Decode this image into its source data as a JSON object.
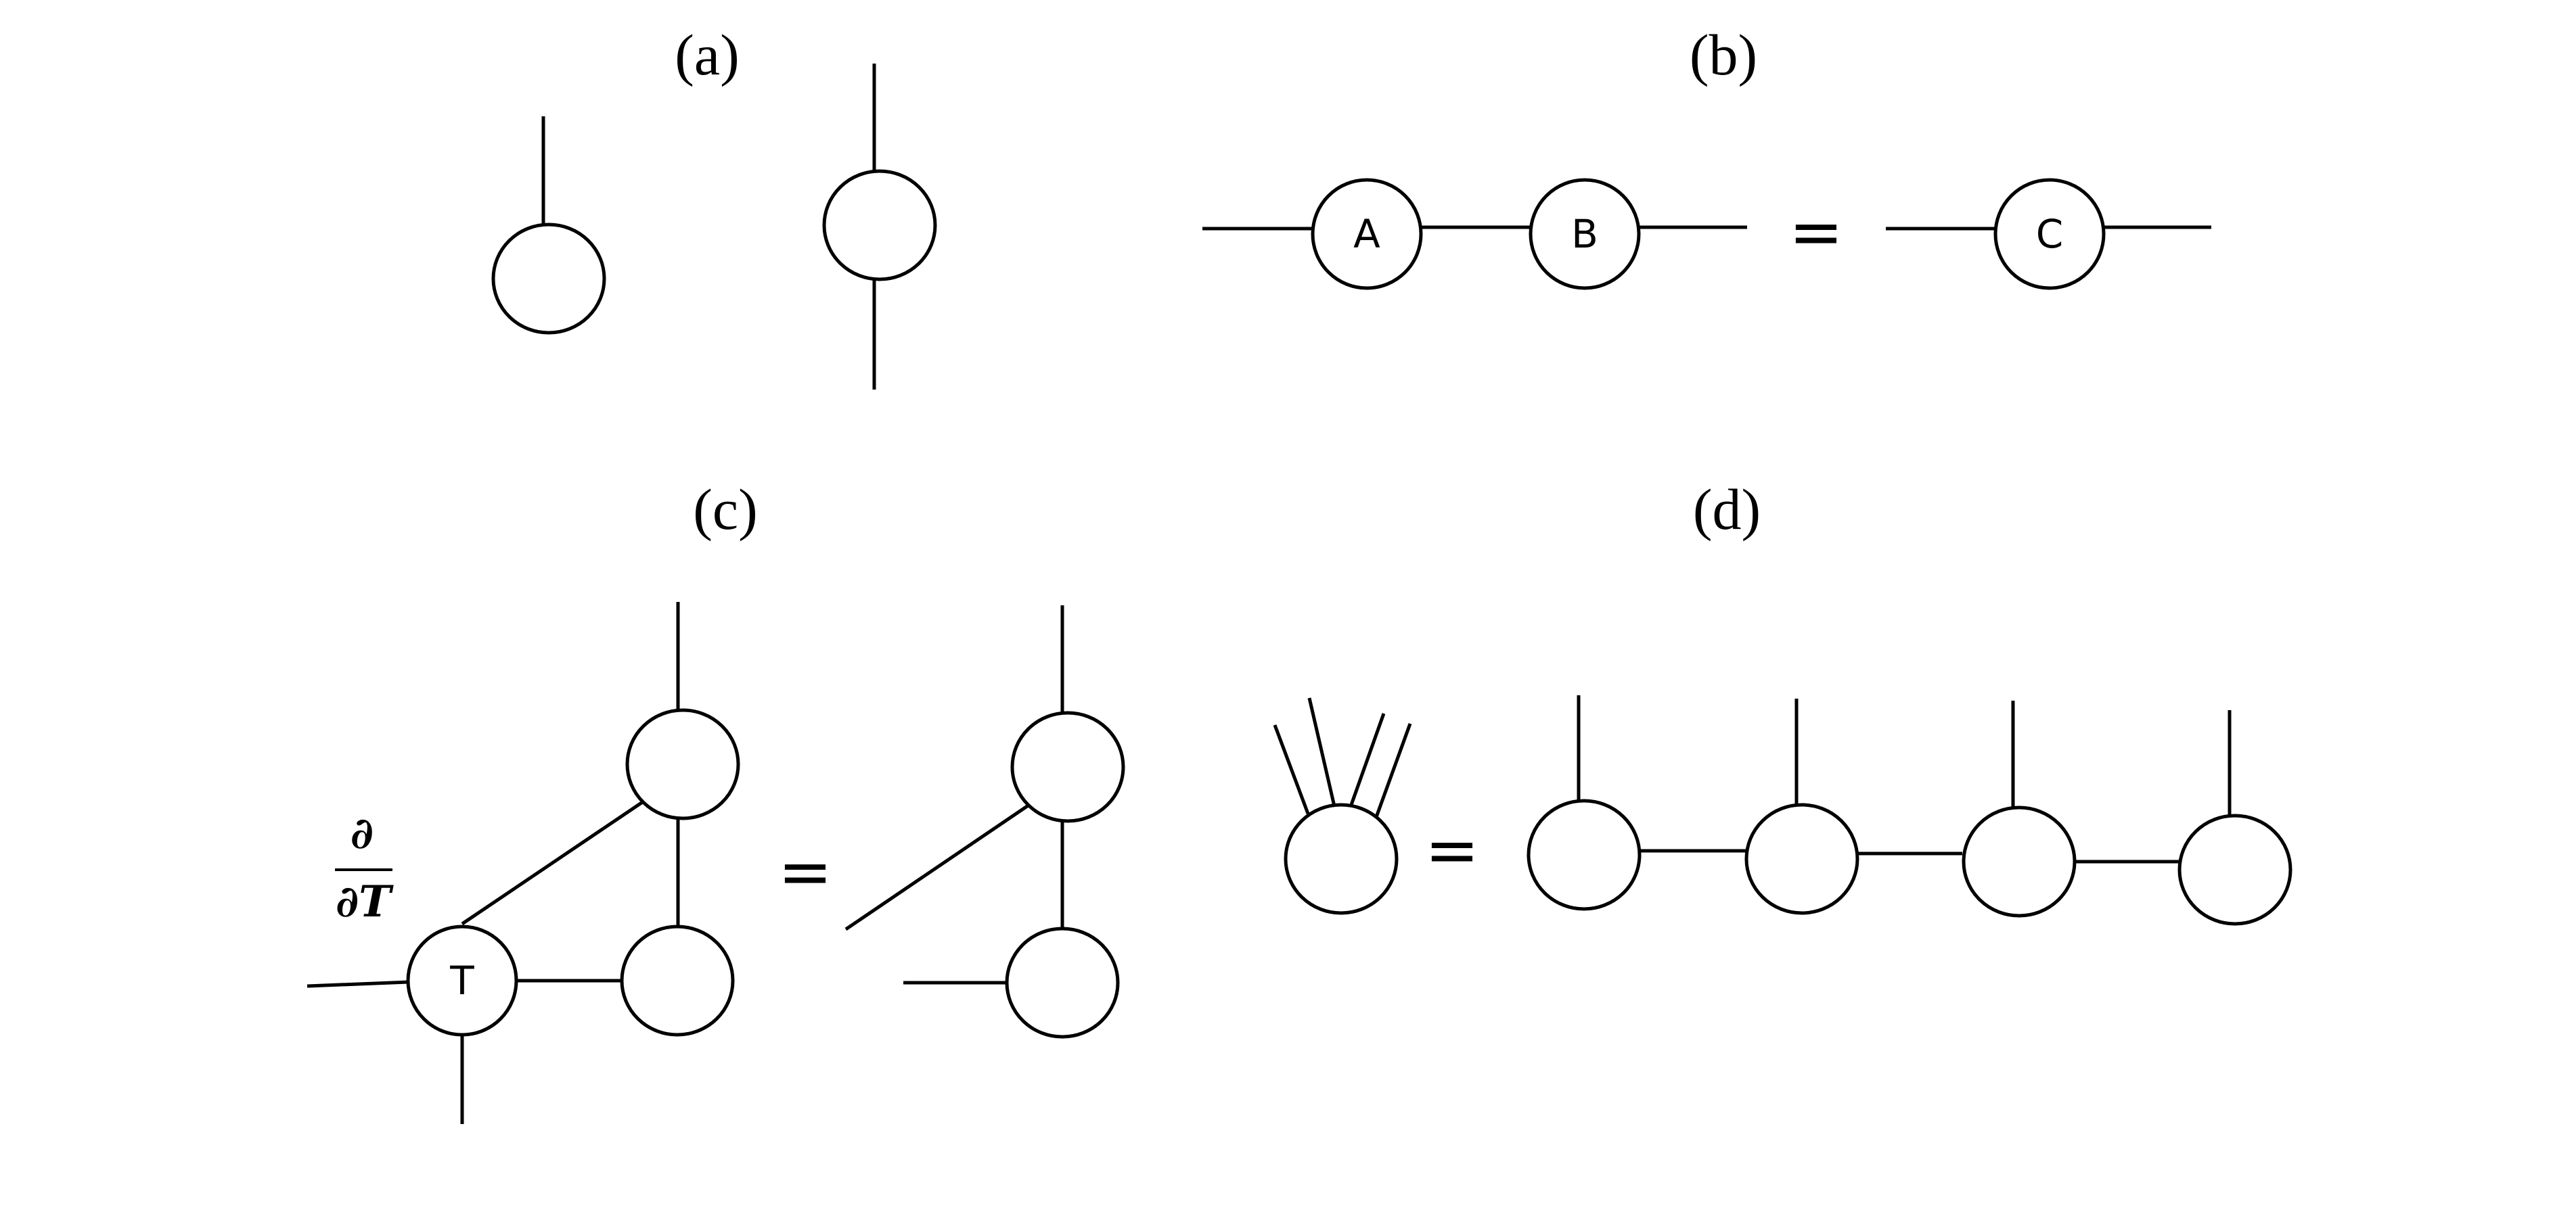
{
  "panels": {
    "a": {
      "label": "(a)"
    },
    "b": {
      "label": "(b)",
      "nodes": [
        "A",
        "B",
        "C"
      ],
      "equals": "="
    },
    "c": {
      "label": "(c)",
      "node": "T",
      "equals": "=",
      "derivative": {
        "numerator": "∂",
        "denominator": "∂T"
      }
    },
    "d": {
      "label": "(d)",
      "equals": "="
    }
  }
}
